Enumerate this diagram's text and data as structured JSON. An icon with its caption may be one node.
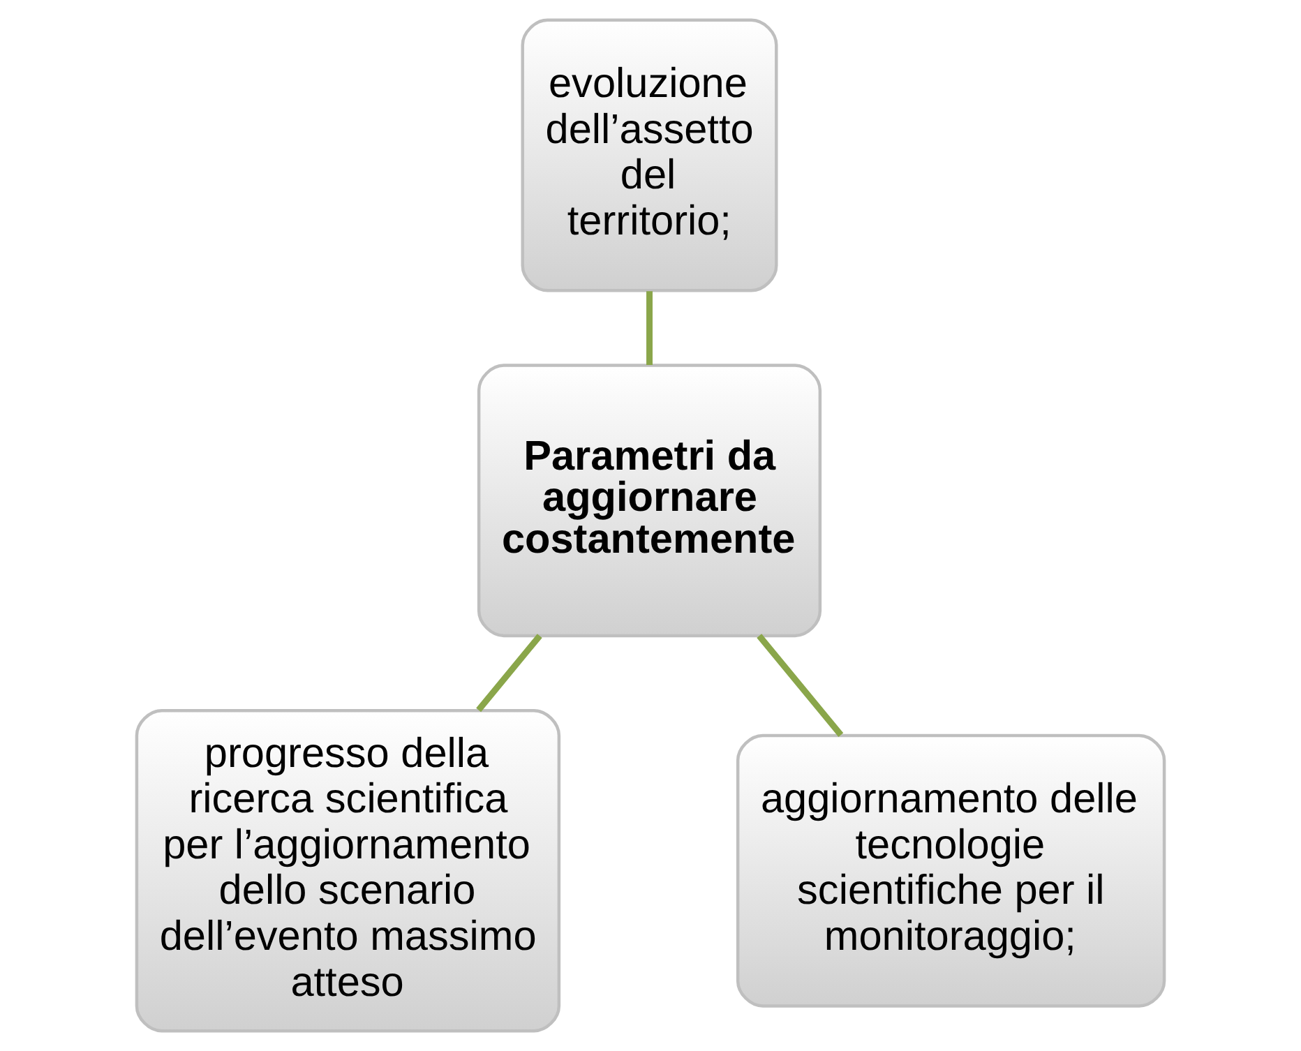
{
  "diagram": {
    "nodes": [
      {
        "text": [
          "evoluzione dell’assetto del territorio;"
        ]
      },
      {
        "text": [
          "Parametri da aggiornare costantemente"
        ]
      },
      {
        "text": [
          "progresso della ricerca scientifica per l’aggiornamento dello scenario dell’evento massimo atteso"
        ]
      },
      {
        "text": [
          "aggiornamento delle tecnologie scientifiche per il monitoraggio;"
        ]
      }
    ],
    "edges": [
      {
        "from": 0,
        "to": 1,
        "arrow": "none"
      },
      {
        "from": 1,
        "to": 2,
        "arrow": "none"
      },
      {
        "from": 1,
        "to": 3,
        "arrow": "none"
      }
    ]
  }
}
